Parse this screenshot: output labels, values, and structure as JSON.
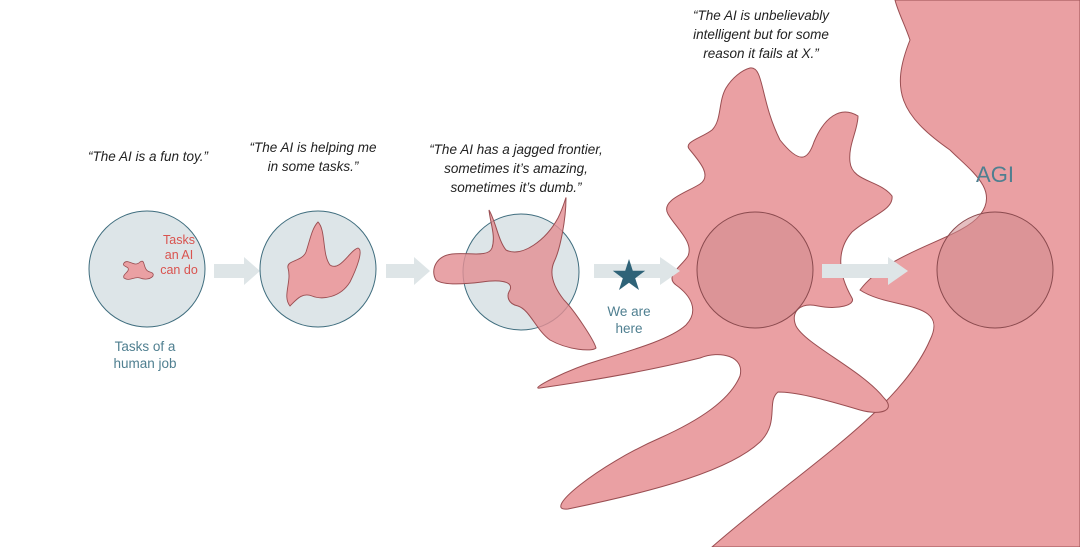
{
  "quotes": {
    "stage1": "“The AI is a fun toy.”",
    "stage2": "“The AI is helping me\nin some tasks.”",
    "stage3": "“The AI has a jagged frontier,\nsometimes it’s amazing,\nsometimes it’s dumb.”",
    "stage4": "“The AI is unbelievably\nintelligent but for some\nreason it fails at X.”"
  },
  "labels": {
    "ai_tasks": "Tasks\nan AI\ncan do",
    "human_tasks": "Tasks of a\nhuman job",
    "we_are_here": "We are\nhere",
    "agi": "AGI"
  },
  "icons": [
    "star-icon"
  ],
  "colors": {
    "ai_fill": "#eaa0a3",
    "ai_stroke": "#9a4e52",
    "circle_fill": "#dde5e8",
    "circle_stroke": "#3f6d7e",
    "arrow": "#dee5e7",
    "star": "#2f6378",
    "ai_label": "#d9534f",
    "human_label": "#4f7f90",
    "agi_label": "#4f7f90"
  }
}
